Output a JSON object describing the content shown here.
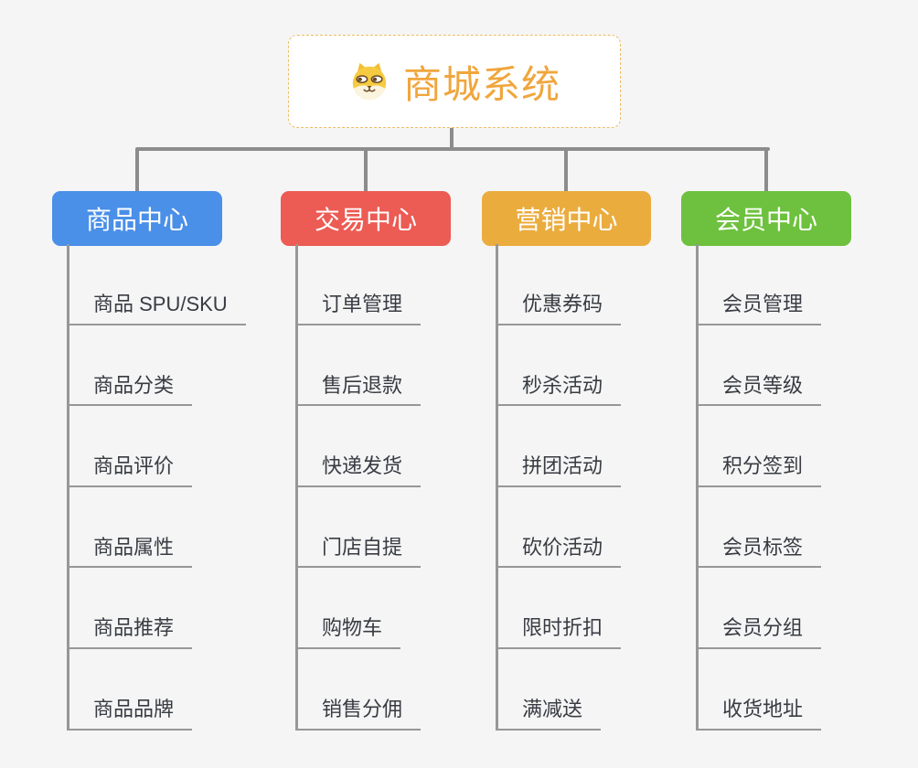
{
  "canvas": {
    "background_color": "#F5F5F5",
    "connector_color": "#8C8C8C",
    "underline_color": "#979797",
    "child_text_color": "#383C42"
  },
  "root": {
    "label": "商城系统",
    "icon": "dog-face-icon",
    "text_color": "#F0A63C",
    "border_color": "#EDBB66",
    "background_color": "#FFFFFF"
  },
  "branches": [
    {
      "label": "商品中心",
      "color": "#4A8FE8",
      "children": [
        "商品 SPU/SKU",
        "商品分类",
        "商品评价",
        "商品属性",
        "商品推荐",
        "商品品牌"
      ]
    },
    {
      "label": "交易中心",
      "color": "#EC5B54",
      "children": [
        "订单管理",
        "售后退款",
        "快递发货",
        "门店自提",
        "购物车",
        "销售分佣"
      ]
    },
    {
      "label": "营销中心",
      "color": "#EBAC3E",
      "children": [
        "优惠券码",
        "秒杀活动",
        "拼团活动",
        "砍价活动",
        "限时折扣",
        "满减送"
      ]
    },
    {
      "label": "会员中心",
      "color": "#6EC13E",
      "children": [
        "会员管理",
        "会员等级",
        "积分签到",
        "会员标签",
        "会员分组",
        "收货地址"
      ]
    }
  ]
}
